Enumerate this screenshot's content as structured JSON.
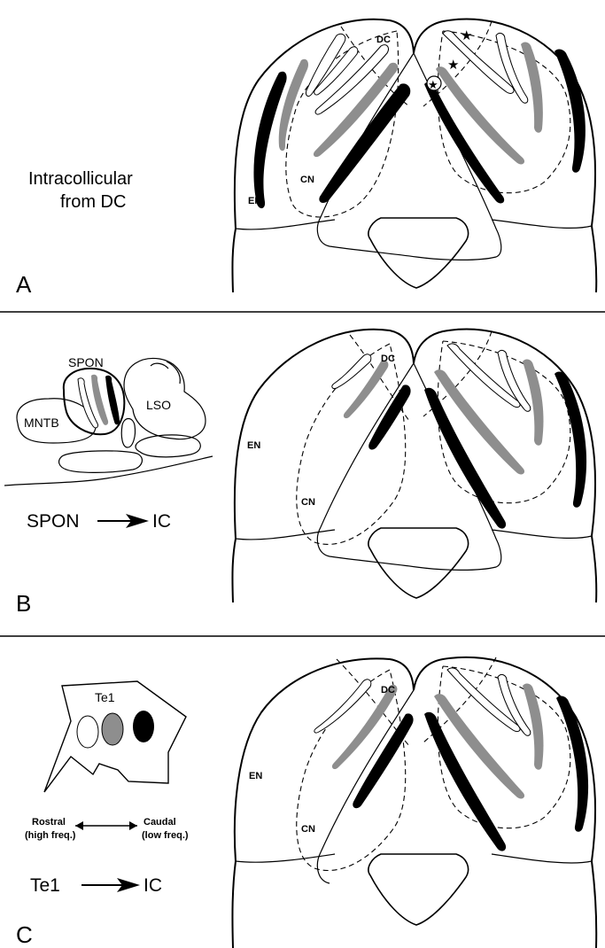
{
  "panels": [
    {
      "letter": "A",
      "caption_line1": "Intracollicular",
      "caption_line2": "from DC",
      "labels": {
        "dc": "DC",
        "cn": "CN",
        "en": "EN"
      }
    },
    {
      "letter": "B",
      "caption_source": "SPON",
      "caption_target": "IC",
      "inset_labels": {
        "spon": "SPON",
        "mntb": "MNTB",
        "lso": "LSO"
      },
      "labels": {
        "dc": "DC",
        "cn": "CN",
        "en": "EN"
      }
    },
    {
      "letter": "C",
      "caption_source": "Te1",
      "caption_target": "IC",
      "inset_labels": {
        "te1": "Te1",
        "rostral": "Rostral",
        "rostral_sub": "(high freq.)",
        "caudal": "Caudal",
        "caudal_sub": "(low freq.)"
      },
      "labels": {
        "dc": "DC",
        "cn": "CN",
        "en": "EN"
      }
    }
  ],
  "colors": {
    "line": "#000000",
    "gray_band": "#8e8e8e",
    "background": "#ffffff"
  },
  "band_legend_icons": [
    "open-band",
    "gray-band",
    "black-band"
  ],
  "injection_marker_icon": "star-icon"
}
